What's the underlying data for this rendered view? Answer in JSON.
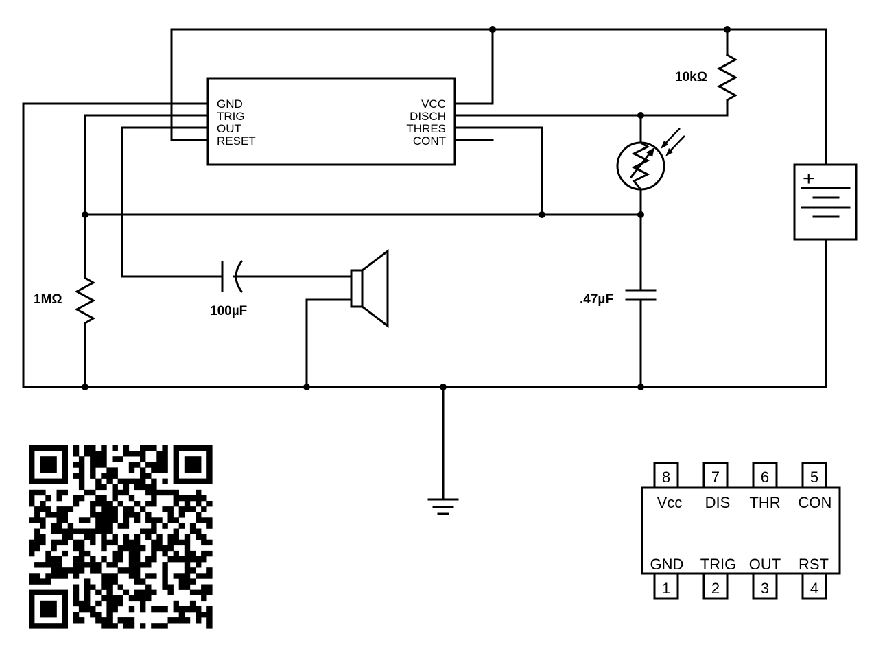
{
  "ic": {
    "left_pins": [
      "GND",
      "TRIG",
      "OUT",
      "RESET"
    ],
    "right_pins": [
      "VCC",
      "DISCH",
      "THRES",
      "CONT"
    ]
  },
  "components": {
    "resistor_top": "10kΩ",
    "resistor_left": "1MΩ",
    "capacitor_speaker": "100µF",
    "capacitor_timing": ".47µF",
    "battery_sign": "+"
  },
  "package": {
    "top_pins": [
      {
        "num": "8",
        "name": "Vcc"
      },
      {
        "num": "7",
        "name": "DIS"
      },
      {
        "num": "6",
        "name": "THR"
      },
      {
        "num": "5",
        "name": "CON"
      }
    ],
    "bottom_pins": [
      {
        "num": "1",
        "name": "GND"
      },
      {
        "num": "2",
        "name": "TRIG"
      },
      {
        "num": "3",
        "name": "OUT"
      },
      {
        "num": "4",
        "name": "RST"
      }
    ]
  },
  "icons": {
    "qr": "qr-code-icon",
    "ground": "ground-symbol-icon",
    "speaker": "speaker-icon",
    "ldr": "photoresistor-icon",
    "battery": "battery-icon"
  },
  "colors": {
    "ink": "#000000",
    "paper": "#ffffff"
  }
}
